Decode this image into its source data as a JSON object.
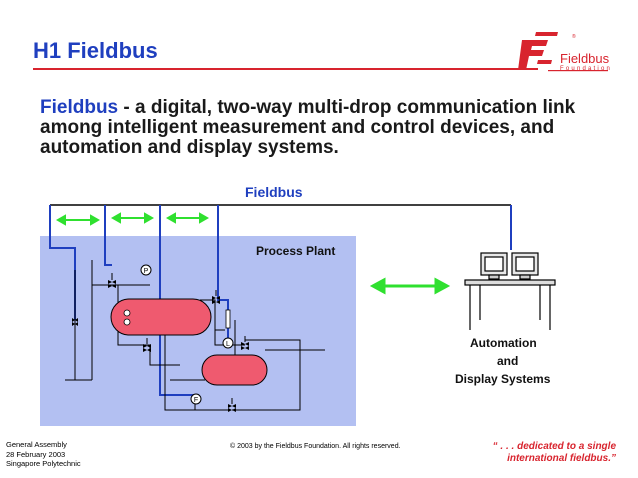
{
  "header": {
    "title": "H1 Fieldbus",
    "logo_text": "Fieldbus",
    "logo_sub": "Foundation",
    "logo_reg": "®"
  },
  "definition": {
    "term": "Fieldbus",
    "text": " - a digital, two-way multi-drop communication link among intelligent measurement and control devices, and automation and display systems."
  },
  "diagram": {
    "bus_label": "Fieldbus",
    "plant_label": "Process Plant",
    "host_label_line1": "Automation",
    "host_label_line2": "and",
    "host_label_line3": "Display Systems",
    "instrument_tags": [
      "P",
      "L",
      "F"
    ],
    "colors": {
      "bus": "#1f3fbf",
      "plant_bg": "#b3c0f2",
      "tank": "#ef5a6f",
      "arrow": "#2fe02f"
    }
  },
  "footer": {
    "left_line1": "General Assembly",
    "left_line2": "28 February 2003",
    "left_line3": "Singapore Polytechnic",
    "copyright": "© 2003 by the Fieldbus Foundation.  All rights reserved.",
    "tagline_line1": "“ . . . dedicated to a single",
    "tagline_line2": "international fieldbus.”"
  }
}
